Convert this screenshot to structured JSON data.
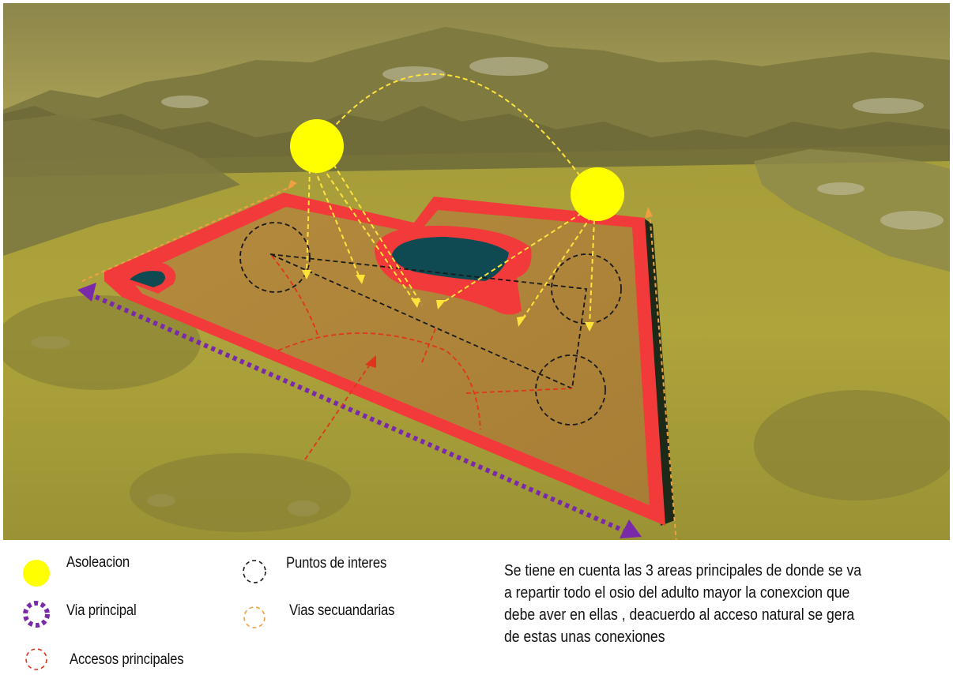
{
  "legend": {
    "asoleacion": "Asoleacion",
    "via_principal": "Via principal",
    "accesos_principales": "Accesos principales",
    "puntos_de_interes": "Puntos de interes",
    "vias_secundarias": "Vias secuandarias"
  },
  "description": [
    "Se tiene en cuenta las 3 areas principales de donde se va",
    "a repartir todo el osio del adulto mayor la conexcion que",
    "debe aver en ellas , deacuerdo al acceso natural se gera",
    "de estas unas conexiones"
  ],
  "colors": {
    "sun": "#ffff00",
    "wall": "#f23a3a",
    "site_floor": "#b48a3e",
    "water": "#0f4a52",
    "via_principal": "#7a2aa8",
    "accesos": "#e0351c",
    "puntos_interes": "#1a1a1a",
    "vias_secundarias": "#f0a040",
    "sun_rays": "#ffe23a"
  }
}
